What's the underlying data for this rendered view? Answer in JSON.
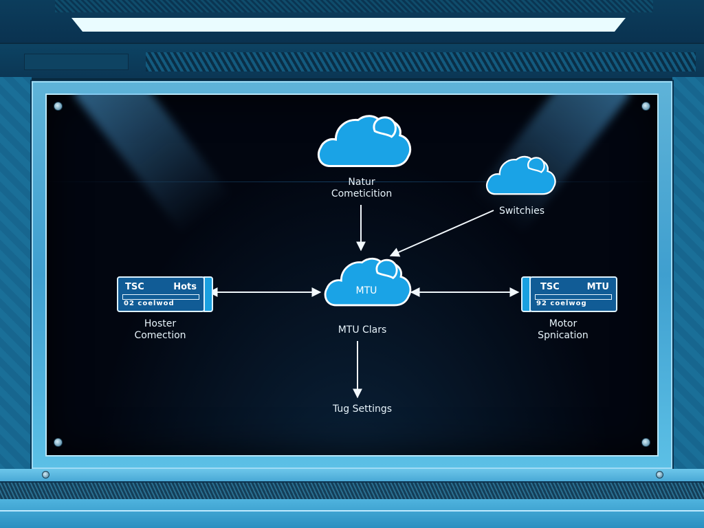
{
  "diagram": {
    "nodes": {
      "natur": {
        "label_line1": "Natur",
        "label_line2": "Cometicition",
        "icon": "cloud-icon"
      },
      "switchies": {
        "label": "Switchies",
        "icon": "cloud-icon"
      },
      "mtu": {
        "cloud_text": "MTU",
        "label": "MTU Clars",
        "icon": "cloud-icon"
      },
      "hoster": {
        "device_title_left": "TSC",
        "device_title_right": "Hots",
        "device_code": "02 coelwod",
        "label_line1": "Hoster",
        "label_line2": "Comection",
        "icon": "network-device-icon"
      },
      "motor": {
        "device_title_left": "TSC",
        "device_title_right": "MTU",
        "device_code": "92 coelwog",
        "label_line1": "Motor",
        "label_line2": "Spnication",
        "icon": "network-device-icon"
      },
      "tug": {
        "label": "Tug Settings"
      }
    },
    "edges": [
      {
        "from": "natur",
        "to": "mtu",
        "type": "arrow"
      },
      {
        "from": "switchies",
        "to": "mtu",
        "type": "arrow"
      },
      {
        "from": "hoster",
        "to": "mtu",
        "type": "bidirectional"
      },
      {
        "from": "mtu",
        "to": "motor",
        "type": "bidirectional"
      },
      {
        "from": "mtu",
        "to": "tug",
        "type": "arrow"
      }
    ],
    "colors": {
      "cloud_fill": "#1aa3e6",
      "cloud_outline": "#ffffff",
      "device_fill": "#115c96",
      "screen_bg": "#020610",
      "text": "#e8f4fb"
    }
  }
}
